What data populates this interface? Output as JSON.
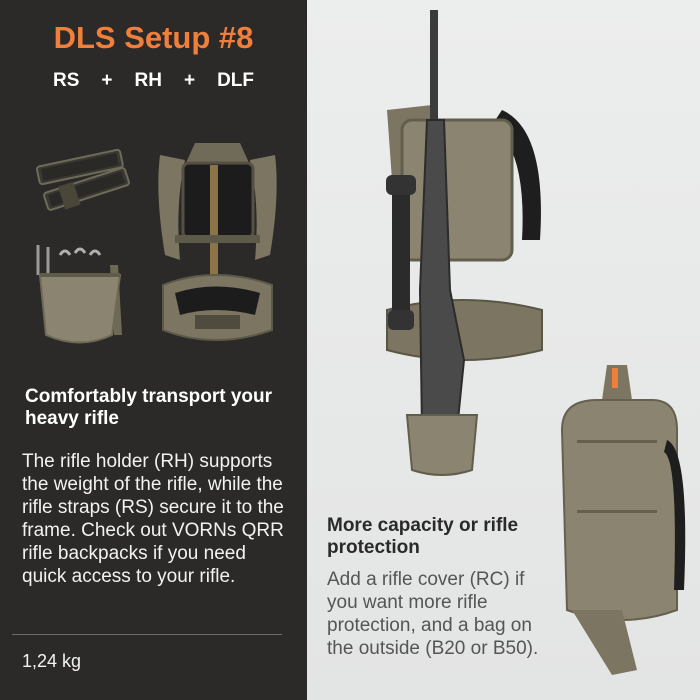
{
  "title": "DLS Setup #8",
  "formula": {
    "part1": "RS",
    "plus": "+",
    "part2": "RH",
    "part3": "DLF"
  },
  "left": {
    "heading": "Comfortably transport your heavy rifle",
    "body": "The rifle holder (RH) supports the weight of the rifle, while the rifle straps (RS) secure it to the frame. Check out VORNs QRR rifle backpacks if you need quick access to your rifle.",
    "weight": "1,24 kg"
  },
  "right": {
    "heading": "More capacity or rifle protection",
    "body": "Add a rifle cover (RC) if you want more rifle protection, and a bag on the outside (B20 or B50)."
  },
  "colors": {
    "accent": "#f07f3c",
    "dark_panel": "#2b2a28",
    "light_panel": "#e8e9e9",
    "olive": "#7b7561"
  }
}
